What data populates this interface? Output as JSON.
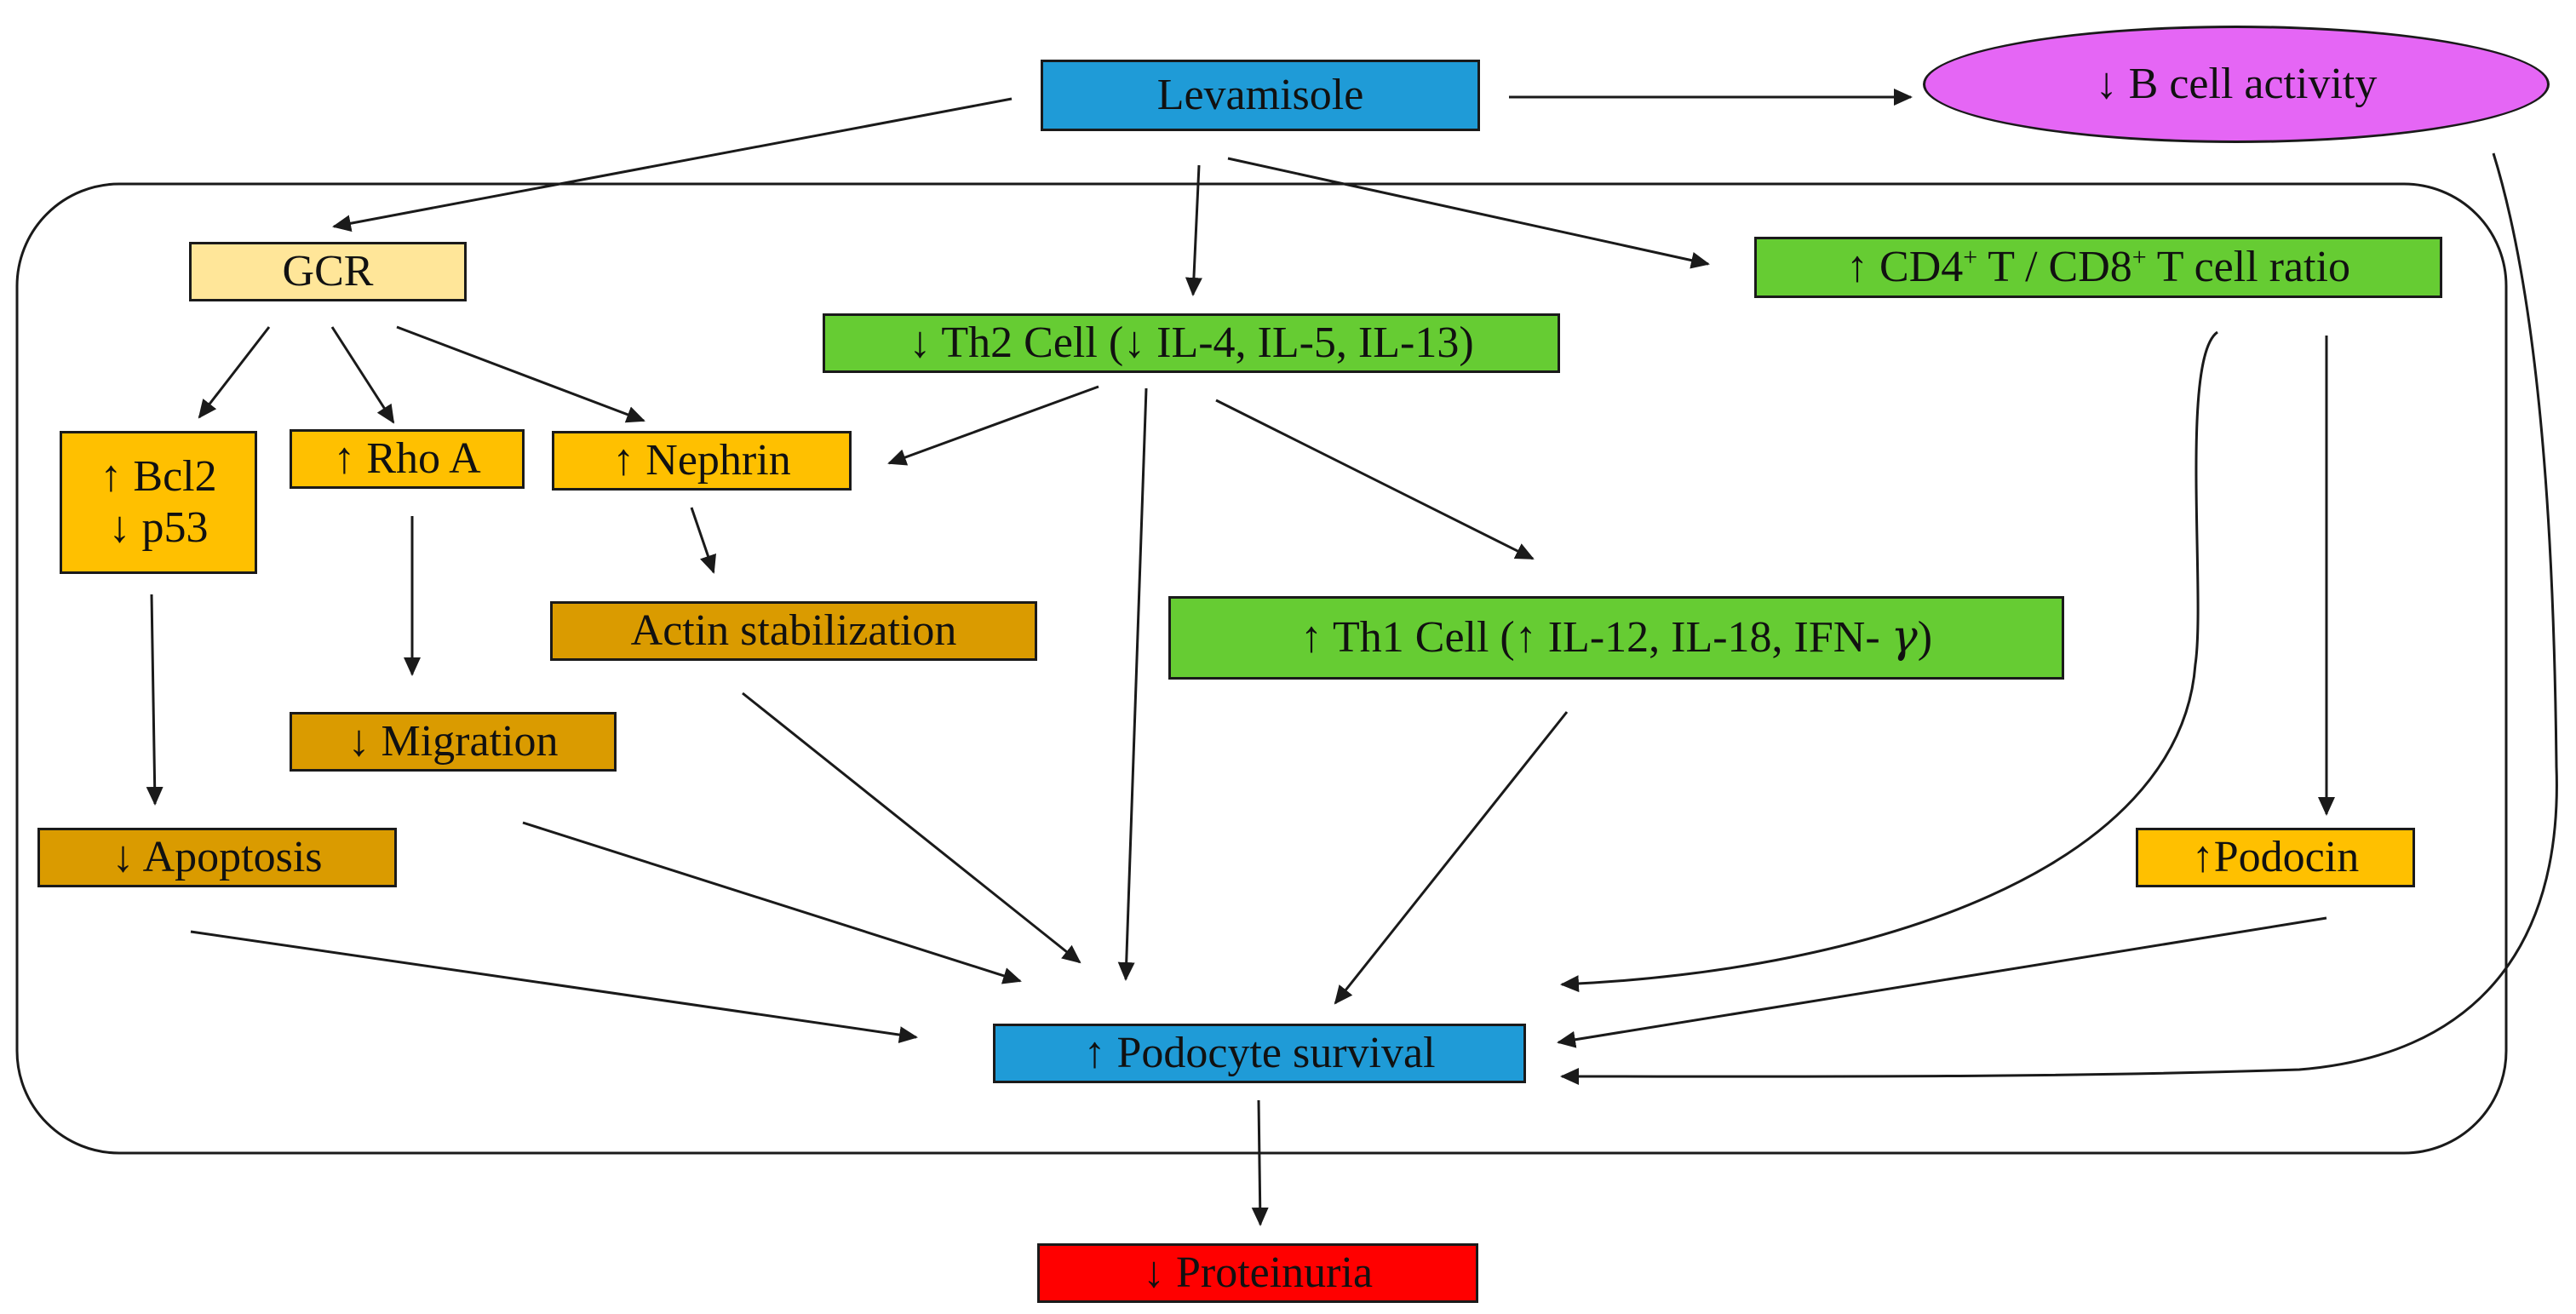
{
  "colors": {
    "blue": "#1f9bd7",
    "light_yellow": "#ffe699",
    "amber": "#ffc000",
    "dark_amber": "#da9b00",
    "green": "#66cc33",
    "magenta": "#e566f5",
    "red": "#ff0000",
    "line": "#1a1a1a"
  },
  "nodes": {
    "levamisole": "Levamisole",
    "b_cell": "↓ B cell activity",
    "gcr": "GCR",
    "th2": "↓ Th2 Cell (↓ IL-4, IL-5, IL-13)",
    "cd4_cd8": {
      "a": "↑ CD4",
      "sup1": "+",
      "b": " T / CD8",
      "sup2": "+",
      "c": " T cell ratio"
    },
    "bcl2_p53": {
      "line1": "↑ Bcl2",
      "line2": "↓ p53"
    },
    "rho_a": "↑ Rho A",
    "nephrin": "↑ Nephrin",
    "actin": "Actin stabilization",
    "th1": {
      "text": "↑ Th1 Cell (↑ IL-12, IL-18, IFN- ",
      "gamma": "γ",
      "close": ")"
    },
    "migration": "↓ Migration",
    "apoptosis": "↓ Apoptosis",
    "podocin": "↑Podocin",
    "podocyte_survival": "↑ Podocyte survival",
    "proteinuria": "↓ Proteinuria"
  }
}
